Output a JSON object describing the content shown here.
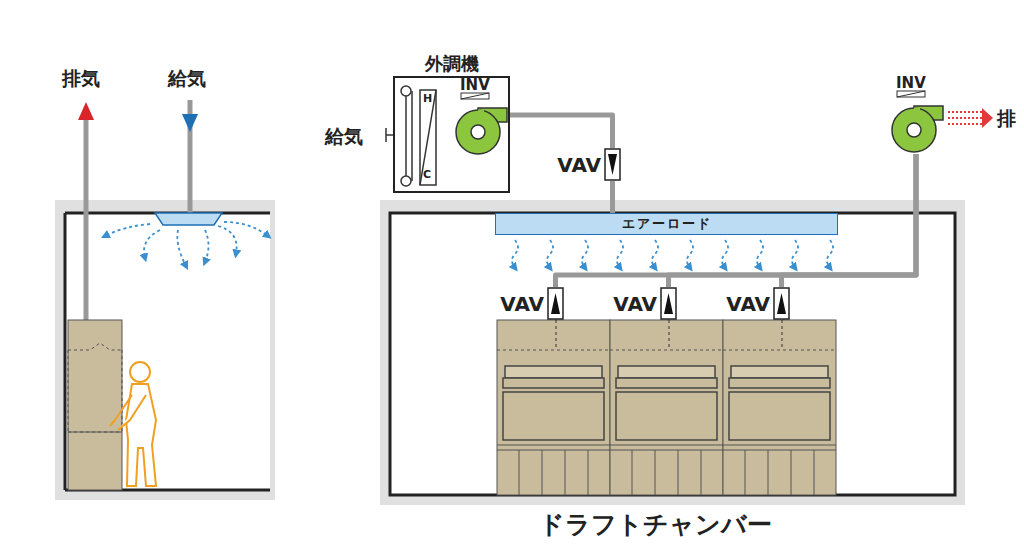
{
  "diagram": {
    "caption": "ドラフトチャンバー",
    "nodes": [
      {
        "text": [
          "外調機"
        ]
      },
      {
        "text": [
          "INV"
        ],
        "in": 0
      },
      {
        "text": [
          "VAV"
        ]
      },
      {
        "text": [
          "エアーロード"
        ]
      },
      {
        "text": [
          "VAV"
        ]
      },
      {
        "text": [
          "VAV"
        ]
      },
      {
        "text": [
          "VAV"
        ]
      },
      {
        "text": [
          "INV"
        ]
      }
    ],
    "edges": [
      {
        "from": 1,
        "to": 2,
        "arrow": "none"
      },
      {
        "from": 2,
        "to": 3,
        "arrow": "none"
      },
      {
        "from": 4,
        "to": 7,
        "arrow": "none"
      },
      {
        "from": 5,
        "to": 7,
        "arrow": "none"
      },
      {
        "from": 6,
        "to": 7,
        "arrow": "none"
      }
    ],
    "labels": [
      "排気",
      "給気",
      "給気",
      "H",
      "C",
      "排"
    ]
  }
}
